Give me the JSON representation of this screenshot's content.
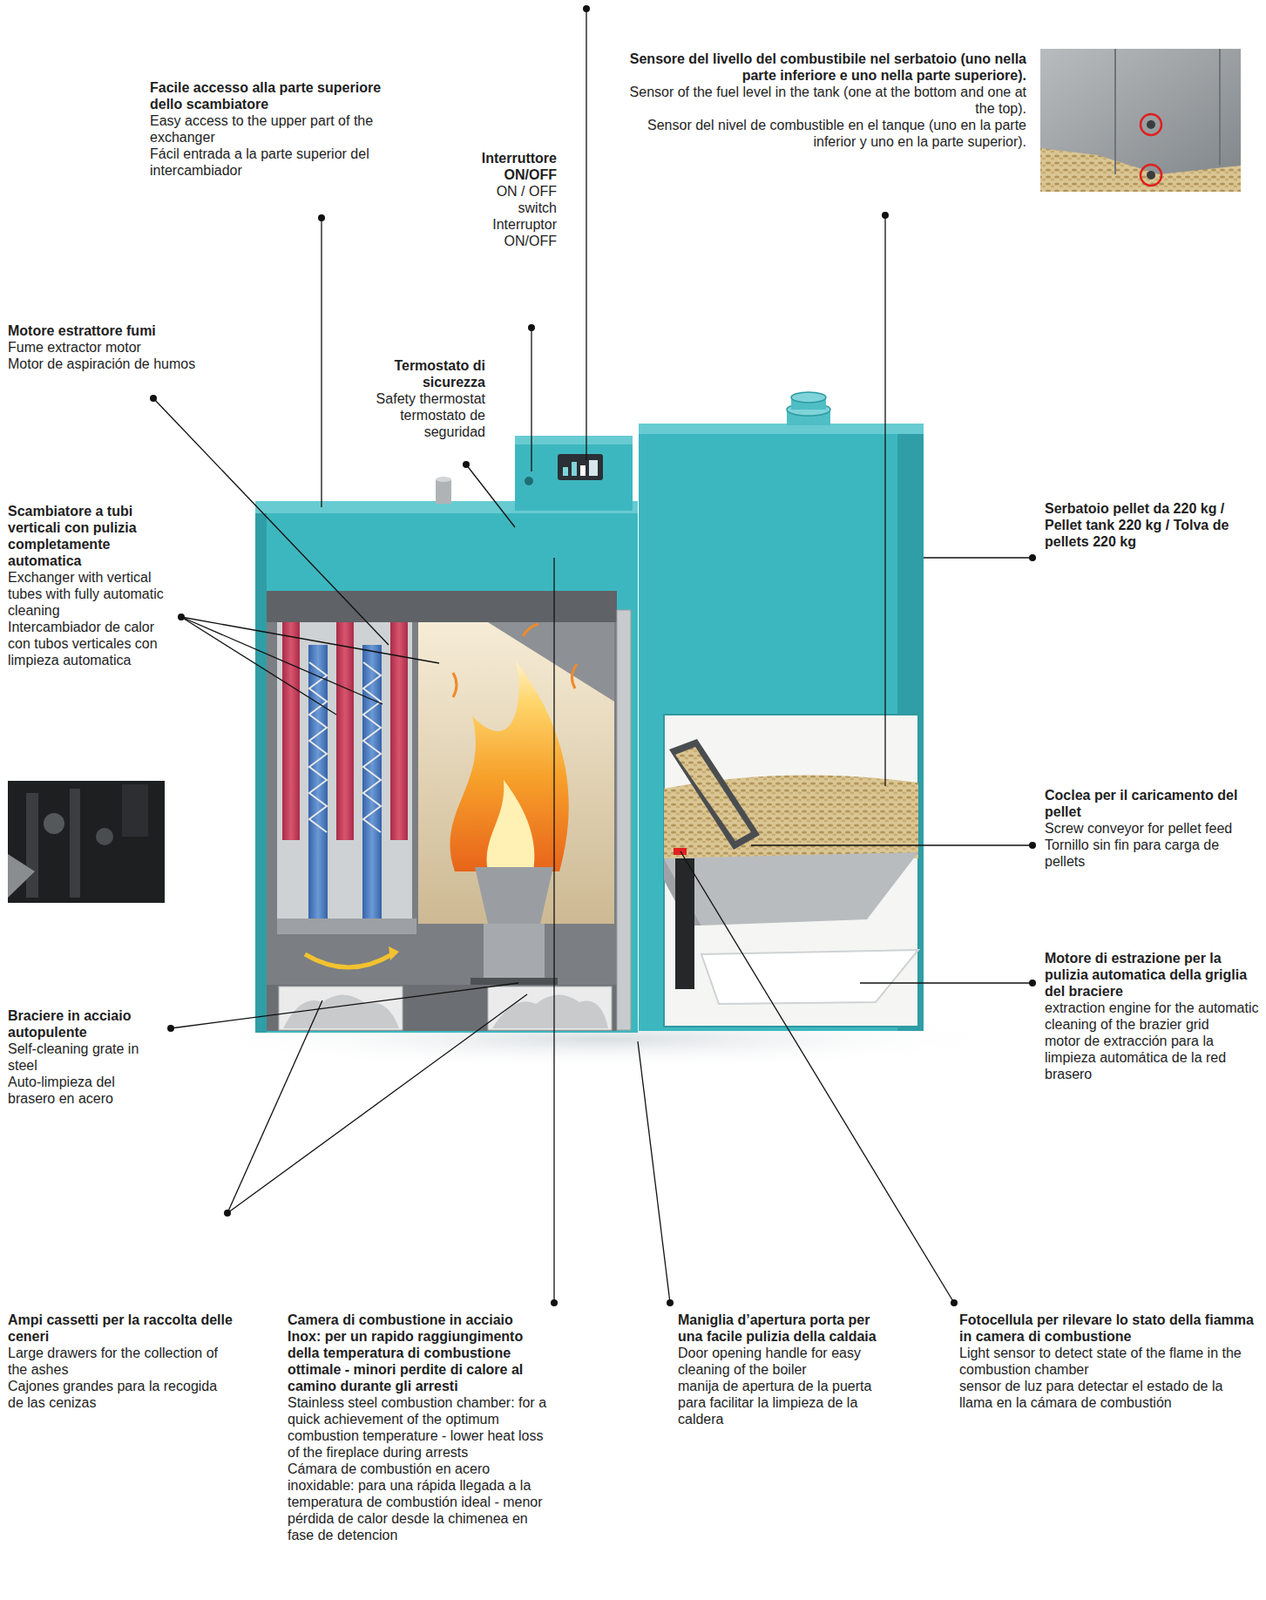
{
  "diagram": {
    "labels": [
      "Facile accesso alla parte superiore dello scambiatore",
      "Easy access to the upper part of the exchanger",
      "Fácil entrada a la parte superior del intercambiador",
      "Interruttore ON/OFF",
      "ON / OFF switch",
      "Interruptor ON/OFF",
      "Sensore del livello del combustibile nel serbatoio (uno nella parte inferiore e uno nella parte superiore).",
      "Sensor of the fuel level in the tank (one at the bottom and one at the top).",
      "Sensor del nivel de combustible en el tanque (uno en la parte inferior y uno en la parte superior).",
      "Motore estrattore fumi",
      "Fume extractor motor",
      "Motor de aspiración de humos",
      "Termostato di sicurezza",
      "Safety thermostat",
      "termostato de seguridad",
      "Scambiatore a tubi verticali con pulizia completamente automatica",
      "Exchanger with vertical tubes with fully automatic cleaning",
      "Intercambiador de calor con tubos verticales con limpieza automatica",
      "Serbatoio pellet da 220 kg / Pellet tank 220 kg / Tolva de pellets 220 kg",
      "Coclea per il caricamento del pellet",
      "Screw conveyor for pellet feed",
      "Tornillo sin fin para carga de pellets",
      "Motore di estrazione per la pulizia automatica della griglia del braciere",
      "extraction engine for the automatic cleaning of the brazier grid",
      "motor de extracción para la limpieza automática de la red brasero",
      "Braciere in acciaio autopulente",
      "Self-cleaning grate in steel",
      "Auto-limpieza del brasero en acero",
      "Ampi cassetti per la raccolta delle ceneri",
      "Large drawers for the collection of the ashes",
      "Cajones grandes para la recogida de las cenizas",
      "Camera di combustione in acciaio Inox: per un rapido raggiungimento della temperatura di combustione ottimale - minori perdite di calore al camino durante gli arresti",
      "Stainless steel combustion chamber: for a quick achievement of the optimum combustion temperature - lower heat loss of the fireplace during arrests",
      "Cámara de combustión en acero inoxidable: para una rápida llegada a la temperatura de combustión ideal - menor pérdida de calor desde la chimenea en fase de detencion",
      "Maniglia d’apertura porta per una facile pulizia della caldaia",
      "Door opening handle for easy cleaning of the boiler",
      "manija de apertura de la puerta para facilitar la limpieza de la caldera",
      "Fotocellula per rilevare lo stato della fiamma in camera di combustione",
      "Light sensor to detect state of the flame in the combustion chamber",
      "sensor de luz para detectar el estado de la llama en la cámara de combustión"
    ]
  }
}
